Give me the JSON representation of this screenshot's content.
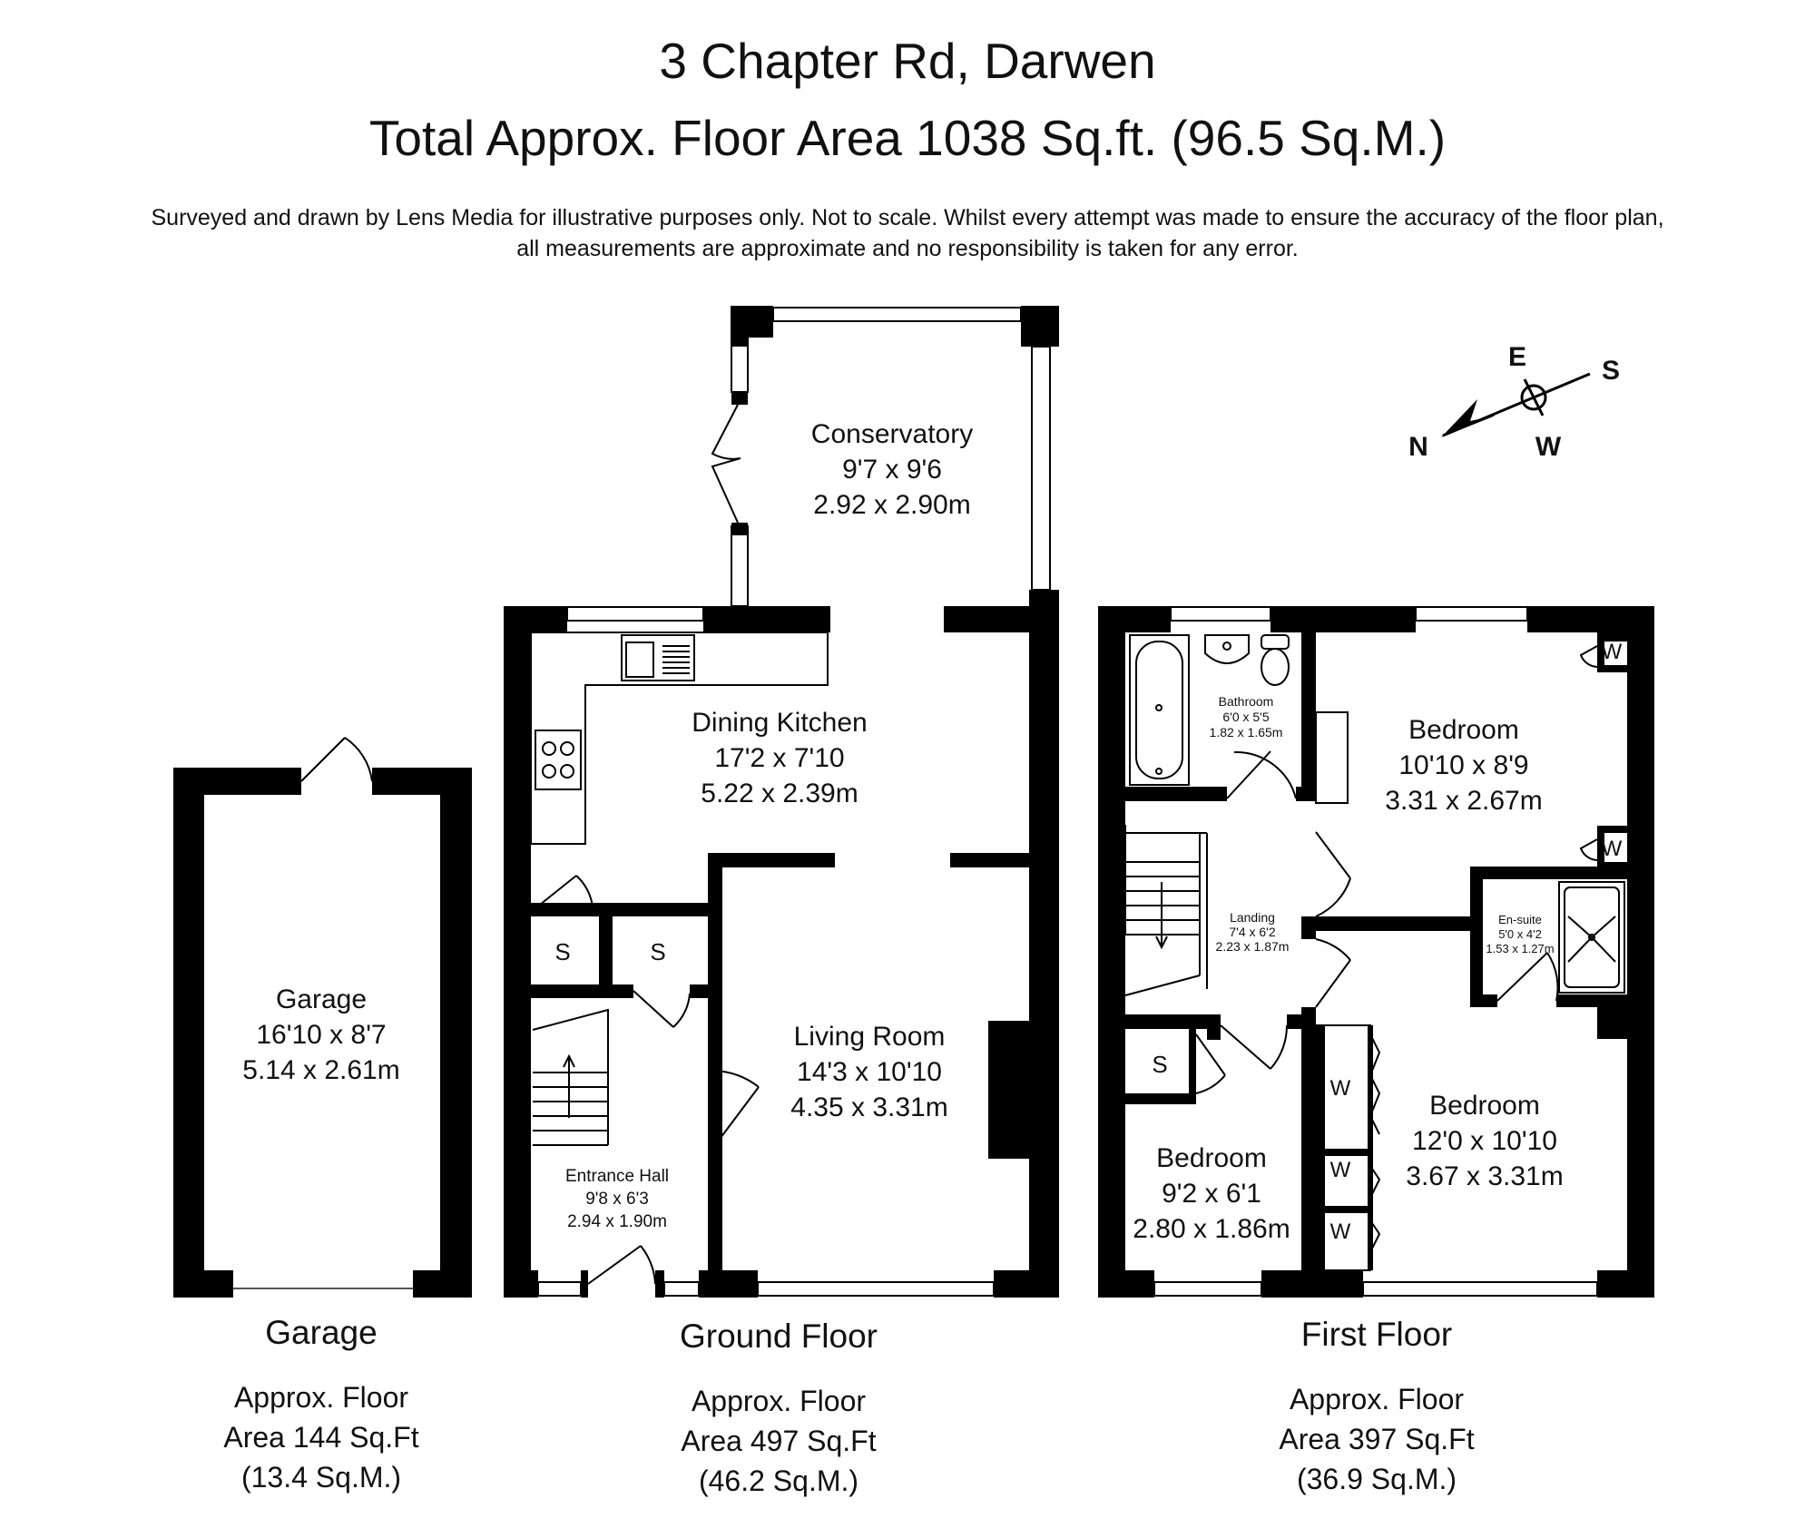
{
  "header": {
    "title": "3 Chapter Rd, Darwen",
    "total_area": "Total Approx. Floor Area 1038 Sq.ft. (96.5 Sq.M.)",
    "disclaimer_line1": "Surveyed and drawn by Lens Media for illustrative purposes only. Not to scale. Whilst every attempt was made to ensure the accuracy of the floor plan,",
    "disclaimer_line2": "all measurements are approximate and no responsibility is taken for any error."
  },
  "compass": {
    "e": "E",
    "s": "S",
    "n": "N",
    "w": "W"
  },
  "rooms": {
    "conservatory": {
      "name": "Conservatory",
      "imperial": "9'7 x 9'6",
      "metric": "2.92 x 2.90m"
    },
    "dining_kitchen": {
      "name": "Dining Kitchen",
      "imperial": "17'2 x 7'10",
      "metric": "5.22 x 2.39m"
    },
    "living_room": {
      "name": "Living Room",
      "imperial": "14'3 x 10'10",
      "metric": "4.35 x 3.31m"
    },
    "entrance_hall": {
      "name": "Entrance Hall",
      "imperial": "9'8 x 6'3",
      "metric": "2.94 x 1.90m"
    },
    "garage": {
      "name": "Garage",
      "imperial": "16'10 x 8'7",
      "metric": "5.14 x 2.61m"
    },
    "bathroom": {
      "name": "Bathroom",
      "imperial": "6'0 x 5'5",
      "metric": "1.82 x 1.65m"
    },
    "bedroom1": {
      "name": "Bedroom",
      "imperial": "10'10 x 8'9",
      "metric": "3.31 x 2.67m"
    },
    "landing": {
      "name": "Landing",
      "imperial": "7'4 x 6'2",
      "metric": "2.23 x 1.87m"
    },
    "ensuite": {
      "name": "En-suite",
      "imperial": "5'0 x 4'2",
      "metric": "1.53 x 1.27m"
    },
    "bedroom2": {
      "name": "Bedroom",
      "imperial": "12'0 x 10'10",
      "metric": "3.67 x 3.31m"
    },
    "bedroom3": {
      "name": "Bedroom",
      "imperial": "9'2 x 6'1",
      "metric": "2.80 x 1.86m"
    }
  },
  "storage": {
    "s": "S",
    "w": "W"
  },
  "sections": {
    "garage": {
      "name": "Garage",
      "line1": "Approx. Floor",
      "line2": "Area 144 Sq.Ft",
      "line3": "(13.4 Sq.M.)"
    },
    "ground": {
      "name": "Ground Floor",
      "line1": "Approx. Floor",
      "line2": "Area 497 Sq.Ft",
      "line3": "(46.2 Sq.M.)"
    },
    "first": {
      "name": "First Floor",
      "line1": "Approx. Floor",
      "line2": "Area 397 Sq.Ft",
      "line3": "(36.9 Sq.M.)"
    }
  }
}
